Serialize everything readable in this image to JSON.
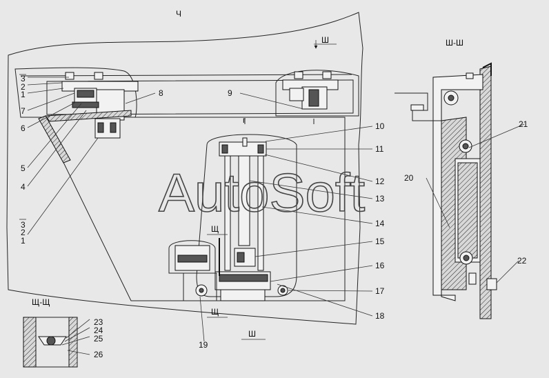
{
  "views": {
    "main_title": "Ч",
    "section_title_1": "Ш-Ш",
    "section_title_2": "Щ-Щ"
  },
  "section_marks": {
    "sh": "Ш",
    "shch": "Щ",
    "g": "г"
  },
  "callouts": [
    "1",
    "2",
    "3",
    "4",
    "5",
    "6",
    "7",
    "8",
    "9",
    "10",
    "11",
    "12",
    "13",
    "14",
    "15",
    "16",
    "17",
    "18",
    "19",
    "20",
    "21",
    "22",
    "23",
    "24",
    "25",
    "26"
  ],
  "watermark": "AutoSoft"
}
